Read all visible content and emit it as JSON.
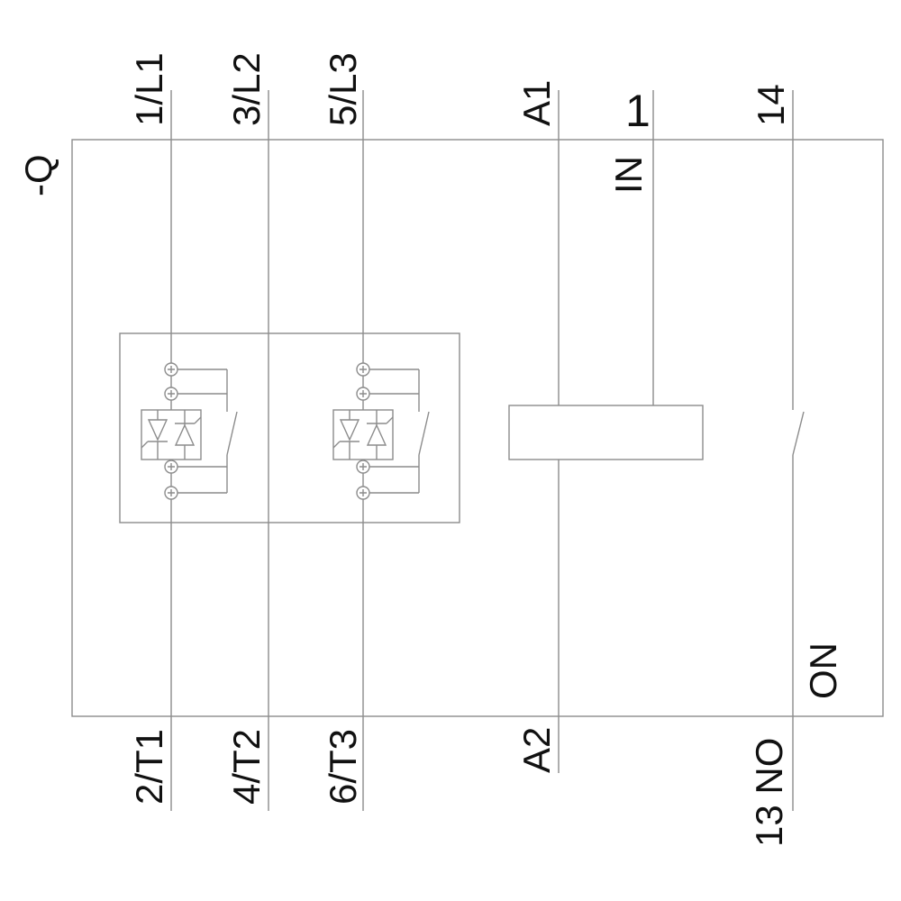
{
  "device": {
    "designator": "-Q"
  },
  "terminals": {
    "top": [
      {
        "id": "1L1",
        "label": "1/L1"
      },
      {
        "id": "3L2",
        "label": "3/L2"
      },
      {
        "id": "5L3",
        "label": "5/L3"
      },
      {
        "id": "A1",
        "label": "A1"
      },
      {
        "id": "IN",
        "label": "IN",
        "wire_number": "1"
      },
      {
        "id": "14",
        "label": "14"
      }
    ],
    "bottom": [
      {
        "id": "2T1",
        "label": "2/T1"
      },
      {
        "id": "4T2",
        "label": "4/T2"
      },
      {
        "id": "6T3",
        "label": "6/T3"
      },
      {
        "id": "A2",
        "label": "A2"
      },
      {
        "id": "13",
        "label": "13 NO"
      }
    ]
  },
  "labels": {
    "on_contact": "ON"
  },
  "colors": {
    "background": "#ffffff",
    "line": "#8c8c8c",
    "text": "#111111"
  }
}
